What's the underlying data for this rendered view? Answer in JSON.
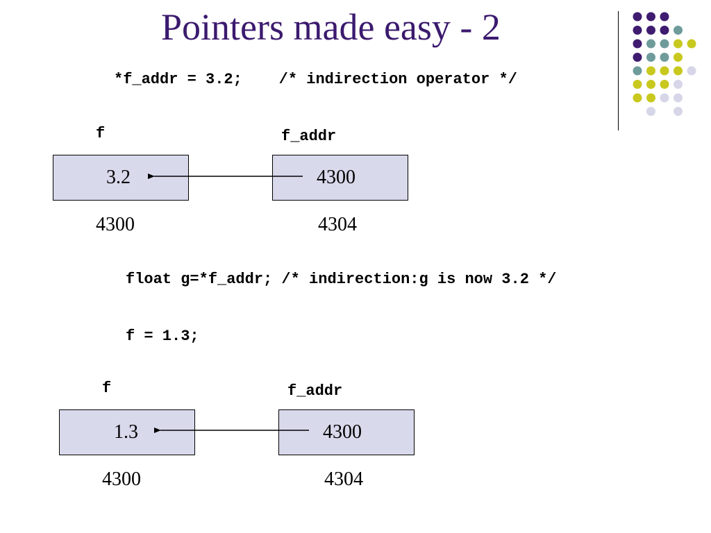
{
  "title": "Pointers made easy - 2",
  "code": {
    "line1": "*f_addr = 3.2;    /* indirection operator */",
    "line2": "float g=*f_addr; /* indirection:g is now 3.2 */",
    "line3": "f = 1.3;"
  },
  "diagram1": {
    "var1_label": "f",
    "var2_label": "f_addr",
    "var1_value": "3.2",
    "var2_value": "4300",
    "var1_address": "4300",
    "var2_address": "4304"
  },
  "diagram2": {
    "var1_label": "f",
    "var2_label": "f_addr",
    "var1_value": "1.3",
    "var2_value": "4300",
    "var1_address": "4300",
    "var2_address": "4304"
  },
  "colors": {
    "title": "#3b1a6e",
    "box_fill": "#d9d9ec",
    "dot_purple": "#3f1c70",
    "dot_teal": "#6f9b9b",
    "dot_yellow": "#c8c81e",
    "dot_lavender": "#d6d6e8"
  },
  "decoration_dot_grid": [
    [
      "purple",
      "purple",
      "purple",
      "",
      ""
    ],
    [
      "purple",
      "purple",
      "purple",
      "teal",
      ""
    ],
    [
      "purple",
      "teal",
      "teal",
      "yellow",
      "yellow"
    ],
    [
      "purple",
      "teal",
      "teal",
      "yellow",
      ""
    ],
    [
      "teal",
      "yellow",
      "yellow",
      "yellow",
      "lavender"
    ],
    [
      "yellow",
      "yellow",
      "yellow",
      "lavender",
      ""
    ],
    [
      "yellow",
      "yellow",
      "lavender",
      "lavender",
      ""
    ],
    [
      "",
      "lavender",
      "",
      "lavender",
      ""
    ]
  ]
}
